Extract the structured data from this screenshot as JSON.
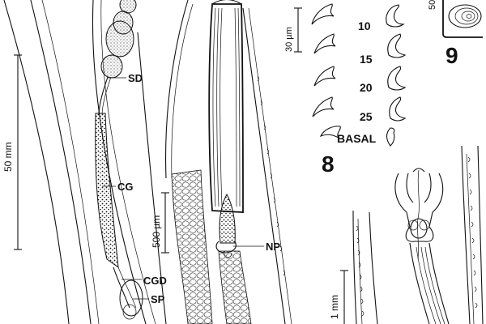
{
  "labels": {
    "sd": "SD",
    "cg": "CG",
    "cgd": "CGD",
    "sp": "SP",
    "np": "NP",
    "basal": "BASAL"
  },
  "figure_numbers": {
    "fig8": "8",
    "fig9": "9"
  },
  "scale_bars": {
    "mm50": "50 mm",
    "um500": "500 µm",
    "um30": "30 µm",
    "mm1": "1 mm",
    "partial": "50"
  },
  "hook_rows": [
    "10",
    "15",
    "20",
    "25"
  ],
  "colors": {
    "ink": "#111111",
    "paper": "#ffffff"
  }
}
